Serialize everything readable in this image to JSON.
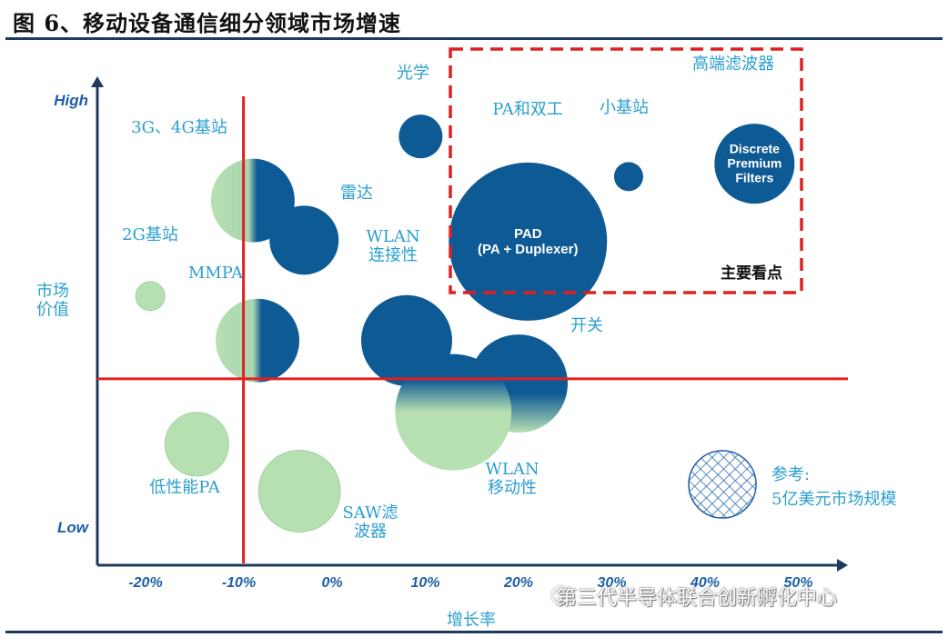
{
  "figure_title": "图 6、移动设备通信细分领域市场增速",
  "watermark": "第三代半导体联合创新孵化中心",
  "colors": {
    "dark_blue": "#0e5a95",
    "light_green": "#b7e0b2",
    "label_cyan": "#2a9fd0",
    "axis_blue": "#1f5fa8",
    "red": "#e02020",
    "grey_axis": "#1f3a5f"
  },
  "chart_data": {
    "type": "scatter",
    "title": "",
    "xlabel": "增长率",
    "ylabel": "市场价值",
    "x_ticks": [
      "-20%",
      "-10%",
      "0%",
      "10%",
      "20%",
      "30%",
      "40%",
      "50%"
    ],
    "y_ticks": [
      "High",
      "Low"
    ],
    "xlim": [
      -25,
      52
    ],
    "grid": false,
    "divider_lines": {
      "x": -9.5,
      "y_fraction": 0.64
    },
    "focus_box_label": "主要看点",
    "bubbles": [
      {
        "id": "optics",
        "label": "光学",
        "x": 9.5,
        "y": 0.897,
        "size": 24,
        "color": "dark"
      },
      {
        "id": "pad",
        "label": "PAD\n(PA + Duplexer)",
        "inner_label": true,
        "x": 21,
        "y": 0.677,
        "size": 87,
        "color": "dark"
      },
      {
        "id": "smallcell",
        "label": "小基站",
        "x": 31.8,
        "y": 0.813,
        "size": 16,
        "color": "dark"
      },
      {
        "id": "dpf",
        "label": "Discrete\nPremium\nFilters",
        "inner_label": true,
        "x": 45.3,
        "y": 0.84,
        "size": 44,
        "color": "dark"
      },
      {
        "id": "bs34g",
        "label": "3G、4G基站",
        "x": -8.5,
        "y": 0.763,
        "size": 46,
        "color": "gradient_h"
      },
      {
        "id": "radar",
        "label": "雷达",
        "x": -3,
        "y": 0.68,
        "size": 38,
        "color": "dark"
      },
      {
        "id": "bs2g",
        "label": "2G基站",
        "x": -19.5,
        "y": 0.563,
        "size": 16,
        "color": "light"
      },
      {
        "id": "mmpa",
        "label": "MMPA",
        "x": -8,
        "y": 0.47,
        "size": 46,
        "color": "gradient_h"
      },
      {
        "id": "wlan_conn",
        "label": "WLAN\n连接性",
        "x": 8,
        "y": 0.47,
        "size": 50,
        "color": "dark"
      },
      {
        "id": "switch",
        "label": "开关",
        "x": 20,
        "y": 0.38,
        "size": 54,
        "color": "gradient_v"
      },
      {
        "id": "wlan_mobile",
        "label": "WLAN\n移动性",
        "x": 13,
        "y": 0.32,
        "size": 64,
        "color": "gradient_v2"
      },
      {
        "id": "lowpa",
        "label": "低性能PA",
        "x": -14.5,
        "y": 0.253,
        "size": 35,
        "color": "light"
      },
      {
        "id": "saw",
        "label": "SAW滤\n波器",
        "x": -3.5,
        "y": 0.155,
        "size": 45,
        "color": "light"
      }
    ],
    "legend": {
      "title": "参考:",
      "text": "5亿美元市场规模"
    }
  }
}
